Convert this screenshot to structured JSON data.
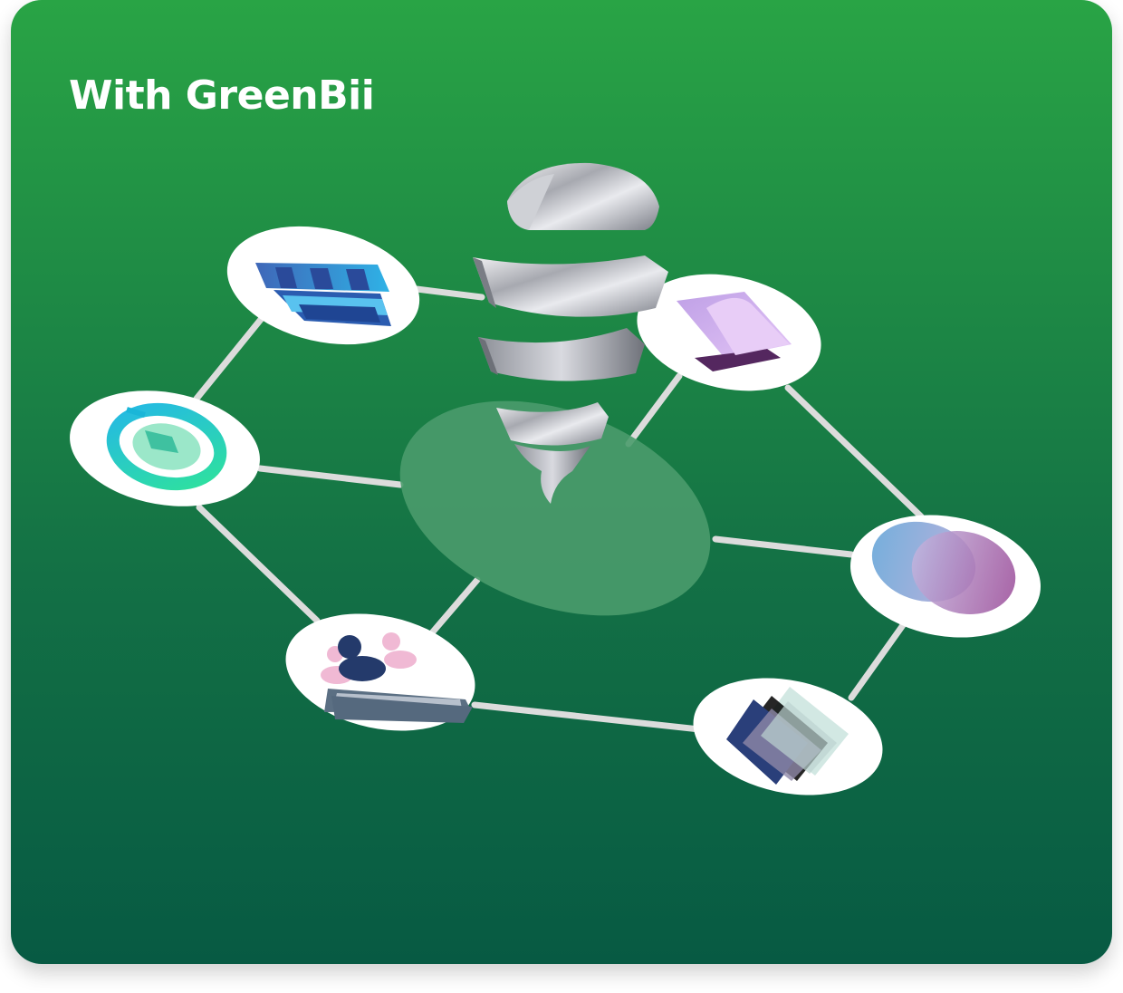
{
  "card": {
    "title": "With GreenBii"
  },
  "colors": {
    "background_top": "#29a445",
    "background_bottom": "#075a43",
    "hub": "#4a9b6c",
    "connector": "#dcdcdc",
    "node_fill": "#ffffff"
  },
  "network": {
    "center": "hub-platform",
    "nodes": [
      {
        "id": "storefront",
        "icon": "storefront-icon"
      },
      {
        "id": "document",
        "icon": "document-icon"
      },
      {
        "id": "timer",
        "icon": "stopwatch-icon"
      },
      {
        "id": "circles",
        "icon": "overlapping-circles-icon"
      },
      {
        "id": "team",
        "icon": "team-dashboard-icon"
      },
      {
        "id": "cards",
        "icon": "stacked-cards-icon"
      }
    ],
    "logo": "greenbii-tornado-logo"
  }
}
